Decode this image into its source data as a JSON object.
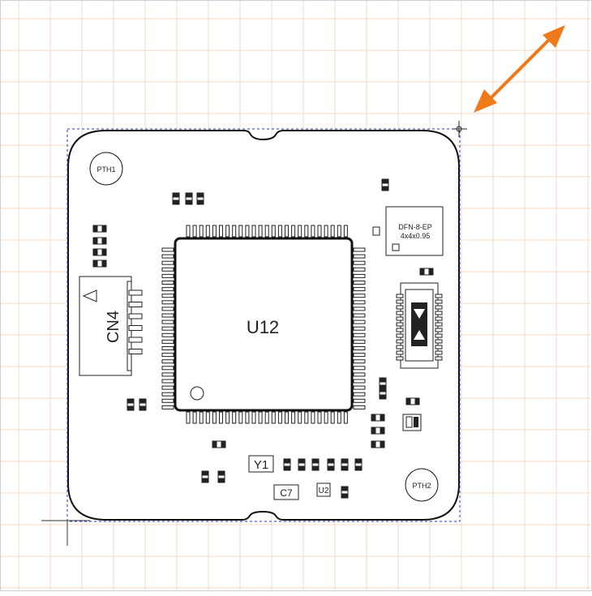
{
  "board": {
    "labels": {
      "mcu": "U12",
      "connector": "CN4",
      "crystal": "Y1",
      "capacitor": "C7",
      "regulator": "U2",
      "hole1": "PTH1",
      "hole2": "PTH2",
      "package_line1": "DFN-8-EP",
      "package_line2": "4x4x0.95"
    }
  },
  "colors": {
    "grid": "#f6d9c2",
    "outline": "#111111",
    "selection": "#2233cc",
    "arrow": "#f07a1a"
  },
  "icons": {
    "resize": "double-arrow-icon",
    "cursor": "crosshair-icon",
    "pin1": "triangle-marker-icon"
  }
}
